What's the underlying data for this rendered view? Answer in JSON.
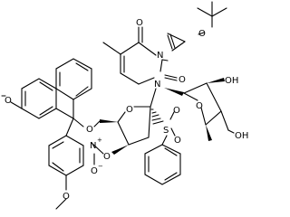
{
  "atoms": {
    "o_boc": "O",
    "o_c4": "O",
    "n3": "N",
    "o_c2": "O",
    "n1": "N",
    "oh_3p": "OH",
    "oh_5p": "OH",
    "o_ring_r": "O",
    "o_ring_l": "O",
    "s_sulfonyl": "S",
    "o_s1": "O",
    "o_s2": "O",
    "o_trityl": "O",
    "o_nitro_ester": "O",
    "n_nitro": "N",
    "plus": "+",
    "o_nitro_minus": "O",
    "minus": "−",
    "o_methoxy_top": "O",
    "o_methoxy_bottom": "O"
  }
}
